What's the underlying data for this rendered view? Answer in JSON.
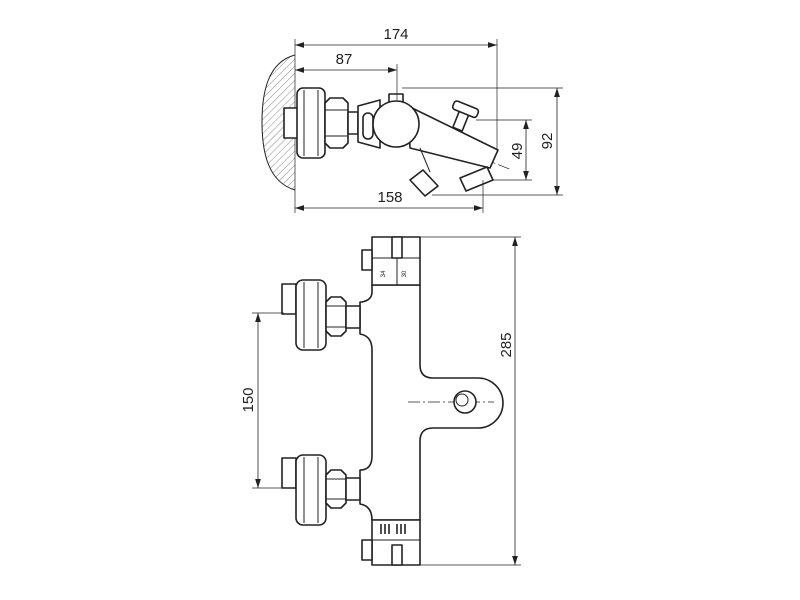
{
  "drawing": {
    "top_view": {
      "dim_overall_length": "174",
      "dim_to_body_center": "87",
      "dim_to_spout_outlet": "158",
      "dim_total_height": "92",
      "dim_spout_height": "49"
    },
    "front_view": {
      "dim_inlet_spacing": "150",
      "dim_body_height": "285",
      "thermostat_scale": [
        "34",
        "30"
      ]
    }
  },
  "colors": {
    "line": "#222222",
    "background": "#ffffff"
  }
}
